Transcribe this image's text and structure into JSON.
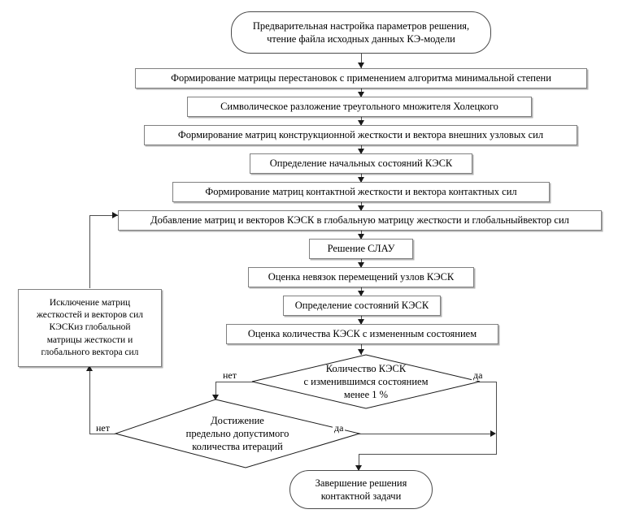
{
  "diagram": {
    "title": "Flowchart: contact problem solution algorithm",
    "colors": {
      "box_border": "#808080",
      "terminal_border": "#4a4a4a",
      "connector": "#4d4d4d",
      "arrow": "#1a1a1a",
      "background": "#ffffff"
    },
    "nodes": [
      {
        "id": "start",
        "type": "terminal",
        "text": "Предварительная настройка параметров решения,\nчтение файла исходных данных КЭ-модели"
      },
      {
        "id": "permutation-matrix",
        "type": "process",
        "text": "Формирование матрицы перестановок с применением алгоритма минимальной степени"
      },
      {
        "id": "symbolic-cholesky",
        "type": "process",
        "text": "Символическое разложение треугольного множителя Холецкого"
      },
      {
        "id": "structural-stiffness",
        "type": "process",
        "text": "Формирование матриц конструкционной жесткости и вектора внешних узловых сил"
      },
      {
        "id": "initial-states",
        "type": "process",
        "text": "Определение начальных состояний КЭСК"
      },
      {
        "id": "contact-stiffness",
        "type": "process",
        "text": "Формирование матриц контактной жесткости и вектора контактных сил"
      },
      {
        "id": "add-to-global",
        "type": "process",
        "text": "Добавление матриц и векторов КЭСК в глобальную матрицу жесткости и глобальныйвектор сил"
      },
      {
        "id": "solve-slae",
        "type": "process",
        "text": "Решение СЛАУ"
      },
      {
        "id": "residual-estimate",
        "type": "process",
        "text": "Оценка невязок перемещений узлов КЭСК"
      },
      {
        "id": "determine-states",
        "type": "process",
        "text": "Определение состояний КЭСК"
      },
      {
        "id": "count-changed",
        "type": "process",
        "text": "Оценка количества КЭСК с измененным состоянием"
      },
      {
        "id": "exclude-matrices",
        "type": "process",
        "text": "Исключение матриц\nжесткостей и векторов сил\nКЭСКиз глобальной\nматрицы жесткости и\nглобального вектора сил"
      },
      {
        "id": "finish",
        "type": "terminal",
        "text": "Завершение решения\nконтактной задачи"
      }
    ],
    "decisions": [
      {
        "id": "changed-less-than-one-percent",
        "text": "Количество КЭСК\nс изменившимся состоянием\nменее 1 %",
        "yes_label": "да",
        "no_label": "нет"
      },
      {
        "id": "max-iterations-reached",
        "text": "Достижение\nпредельно допустимого\nколичества итераций",
        "yes_label": "да",
        "no_label": "нет"
      }
    ],
    "edge_labels": {
      "d1_no": "нет",
      "d1_yes": "да",
      "d2_no": "нет",
      "d2_yes": "да"
    }
  }
}
